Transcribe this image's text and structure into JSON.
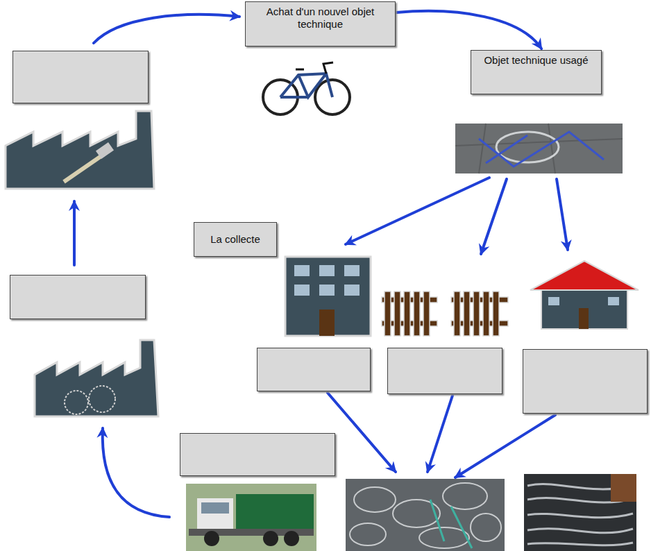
{
  "diagram": {
    "nodes": [
      {
        "text": [
          "Achat d'un nouvel objet technique"
        ]
      },
      {
        "text": [
          "Objet technique usagé"
        ]
      },
      {
        "text": [
          "La collecte"
        ]
      }
    ],
    "edges": [
      {
        "from": 0,
        "to": 1,
        "arrow": "to"
      }
    ]
  }
}
